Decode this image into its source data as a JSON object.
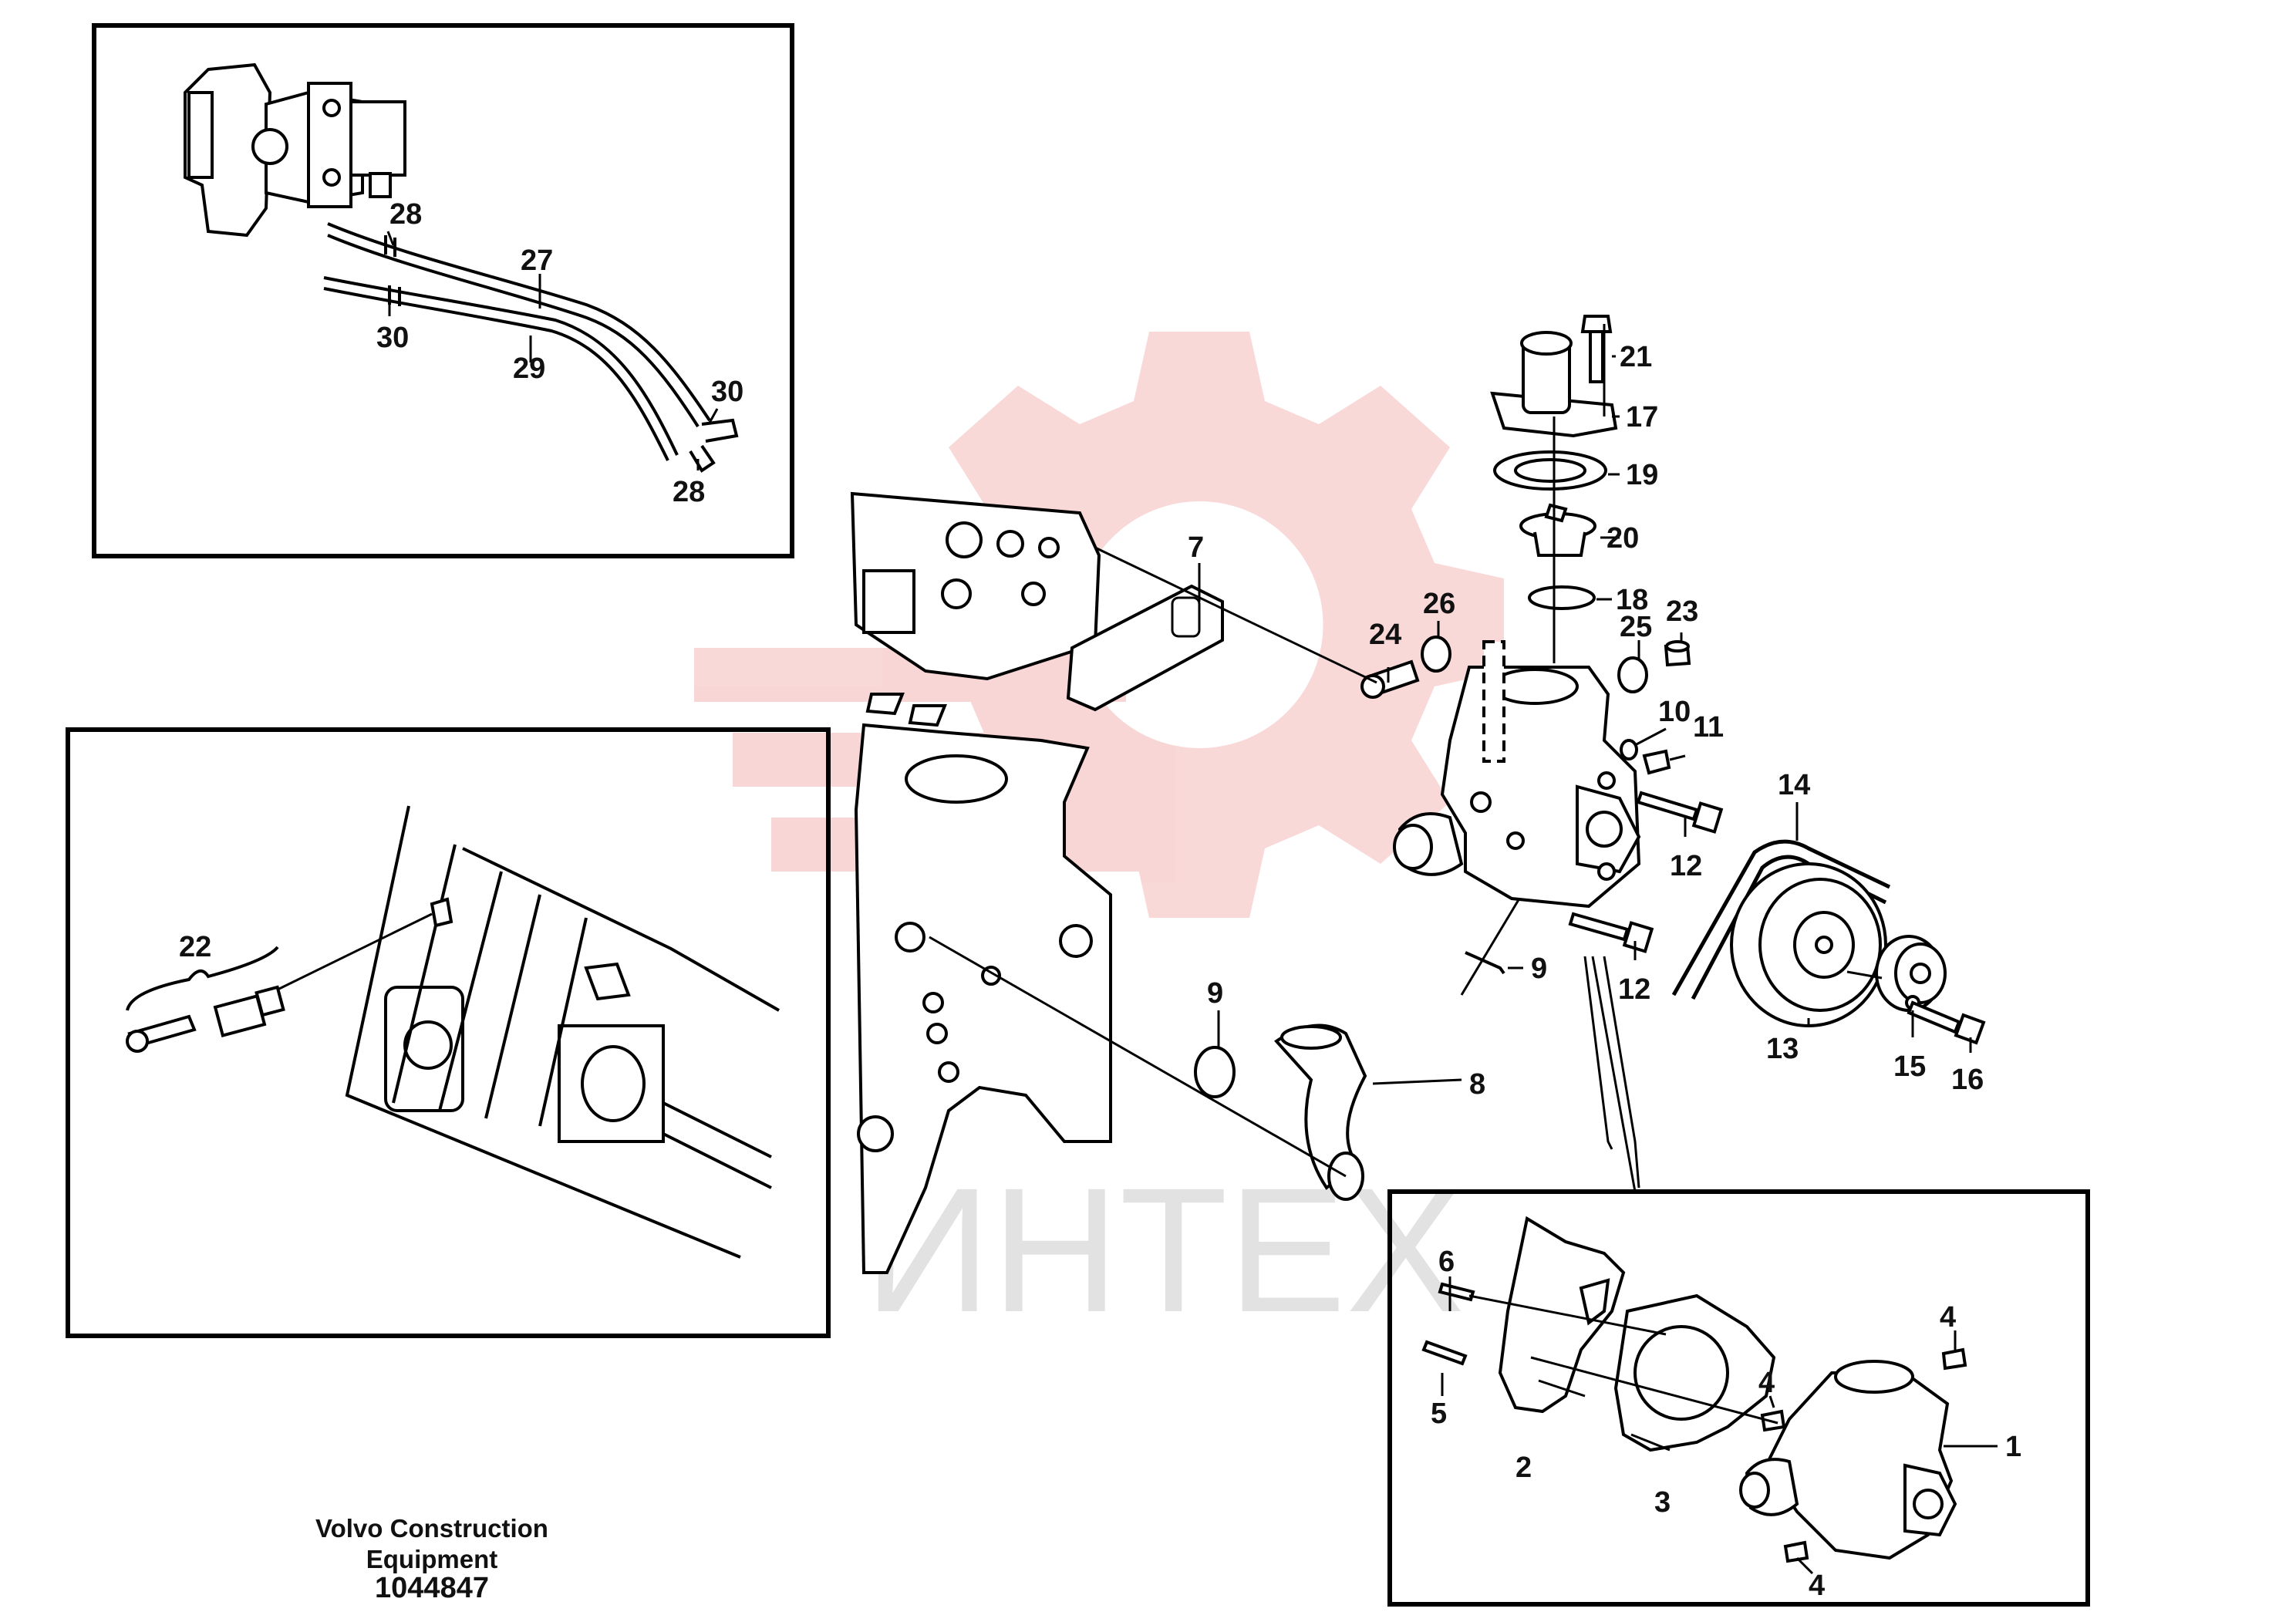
{
  "watermark": {
    "text": "ИНТЕХ",
    "logo_color": "#e23a3a",
    "text_color": "#d9d9d9"
  },
  "callouts": {
    "c1": "1",
    "c2": "2",
    "c3": "3",
    "c4a": "4",
    "c4b": "4",
    "c4c": "4",
    "c5": "5",
    "c6": "6",
    "c7": "7",
    "c8": "8",
    "c9a": "9",
    "c9b": "9",
    "c10": "10",
    "c11": "11",
    "c12a": "12",
    "c12b": "12",
    "c13": "13",
    "c14": "14",
    "c15": "15",
    "c16": "16",
    "c17": "17",
    "c18": "18",
    "c19": "19",
    "c20": "20",
    "c21": "21",
    "c22": "22",
    "c23": "23",
    "c24": "24",
    "c25": "25",
    "c26": "26",
    "c27": "27",
    "c28a": "28",
    "c28b": "28",
    "c29": "29",
    "c30a": "30",
    "c30b": "30"
  },
  "caption": {
    "line1": "Volvo Construction Equipment",
    "line2": "1044847"
  }
}
